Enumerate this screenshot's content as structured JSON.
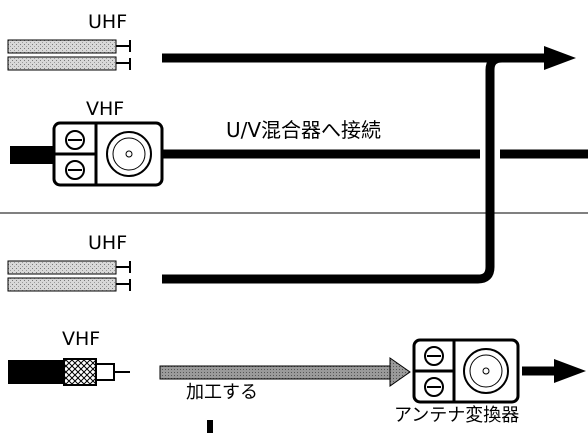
{
  "labels": {
    "uhf_top": "UHF",
    "vhf_top": "VHF",
    "connect_note": "U/V混合器へ接続",
    "uhf_bottom": "UHF",
    "vhf_bottom": "VHF",
    "process": "加工する",
    "converter": "アンテナ変換器"
  },
  "colors": {
    "ink": "#000000",
    "gray_arrow": "#8a8a8a",
    "ribbon_fill": "#cfcfcf",
    "background": "#ffffff"
  },
  "icons": {
    "connector": "plug-to-coax-adapter",
    "converter": "antenna-converter-box"
  }
}
